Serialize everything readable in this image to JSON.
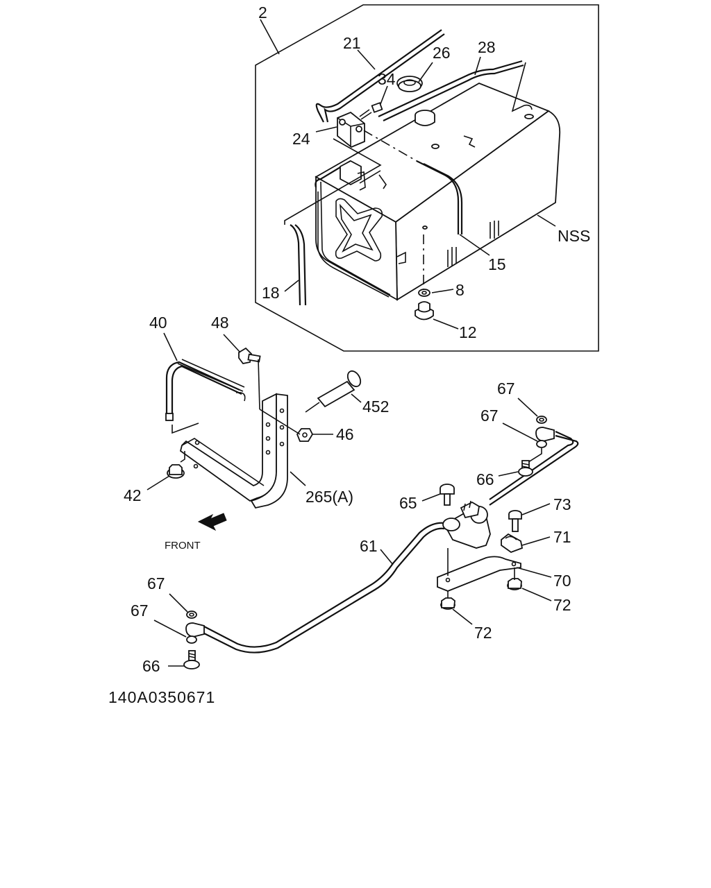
{
  "diagram": {
    "reference_code": "140A0350671",
    "front_label": "FRONT",
    "part_labels": {
      "p2": "2",
      "p21": "21",
      "p26": "26",
      "p28": "28",
      "p34": "34",
      "p24": "24",
      "pNSS": "NSS",
      "p15": "15",
      "p18": "18",
      "p8": "8",
      "p12": "12",
      "p40": "40",
      "p48": "48",
      "p452": "452",
      "p46": "46",
      "p42": "42",
      "p265A": "265(A)",
      "p67a": "67",
      "p67b": "67",
      "p66a": "66",
      "p65": "65",
      "p73": "73",
      "p71": "71",
      "p61": "61",
      "p70": "70",
      "p72a": "72",
      "p72b": "72",
      "p67c": "67",
      "p67d": "67",
      "p66b": "66"
    }
  }
}
